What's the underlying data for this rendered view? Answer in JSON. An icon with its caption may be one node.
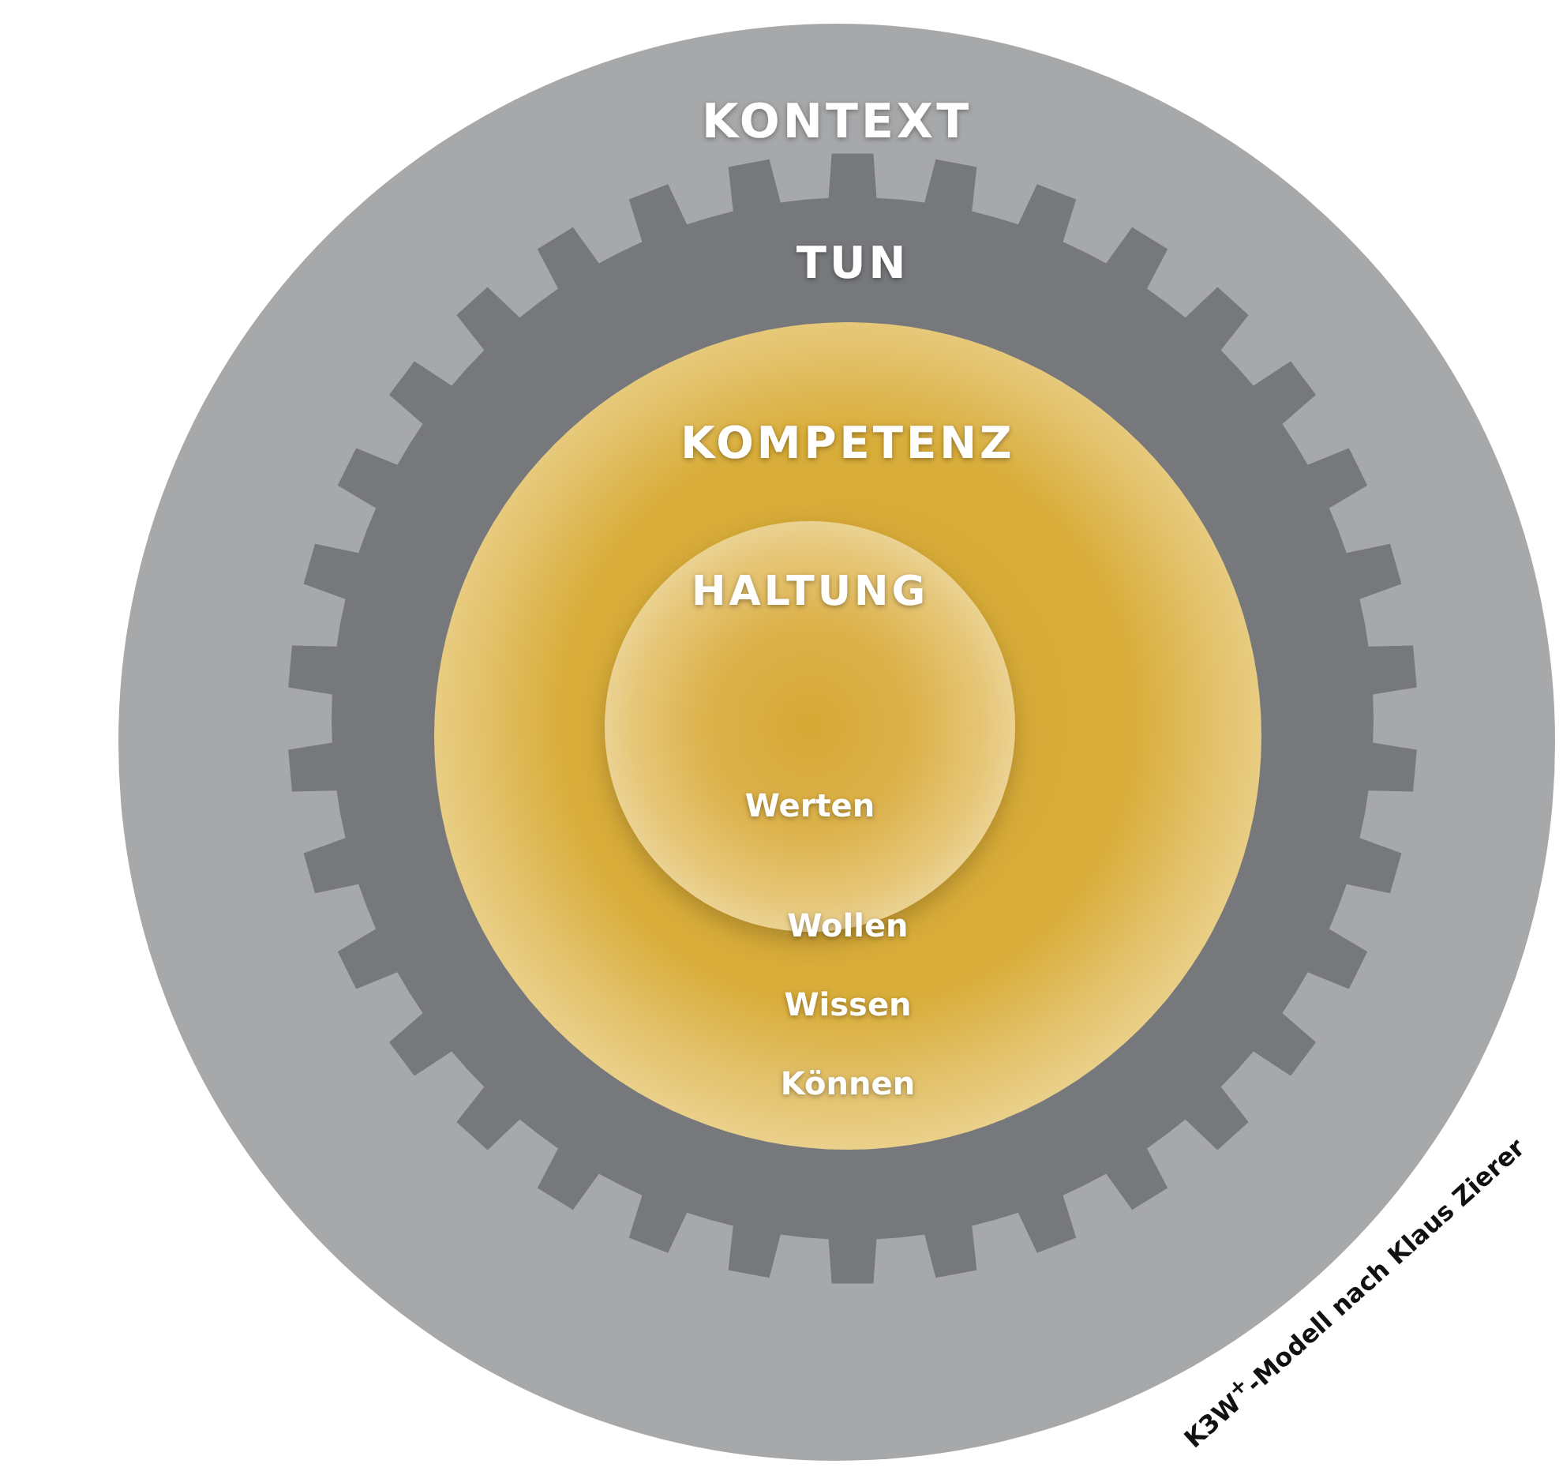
{
  "diagram": {
    "caption": "K3W$^{+}$-Modell nach Klaus Zierer",
    "nodes": [
      {
        "text": [
          "KONTEXT"
        ]
      },
      {
        "text": [
          "TUN"
        ],
        "in": 0
      },
      {
        "text": [
          "KOMPETENZ"
        ],
        "in": 1
      },
      {
        "text": [
          "HALTUNG"
        ],
        "in": 2
      },
      {
        "text": [
          "Werten"
        ],
        "in": 3
      },
      {
        "text": [
          "Wollen"
        ],
        "in": 2
      },
      {
        "text": [
          "Wissen"
        ],
        "in": 2
      },
      {
        "text": [
          "Können"
        ],
        "in": 2
      }
    ]
  }
}
